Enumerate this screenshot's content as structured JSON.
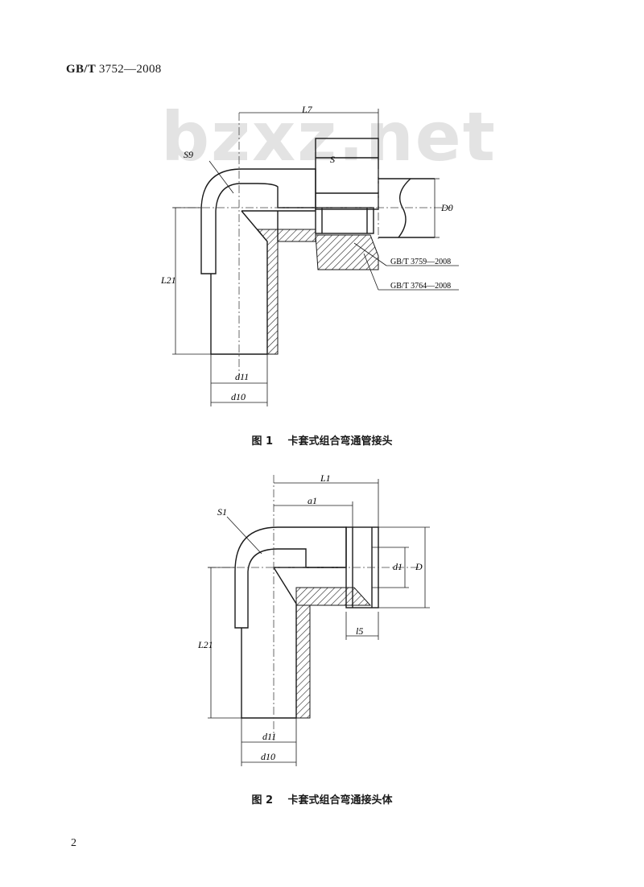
{
  "header": {
    "standard_prefix": "GB/T",
    "standard_number": "3752—2008"
  },
  "watermark": "bzxz.net",
  "figure1": {
    "caption_label": "图 1",
    "caption_title": "卡套式组合弯通管接头",
    "labels": {
      "l7": "L7",
      "s": "S",
      "s9": "S9",
      "d0": "D0",
      "l21": "L21",
      "d11": "d11",
      "d10": "d10"
    },
    "refs": [
      "GB/T 3759—2008",
      "GB/T 3764—2008"
    ]
  },
  "figure2": {
    "caption_label": "图 2",
    "caption_title": "卡套式组合弯通接头体",
    "labels": {
      "l1": "L1",
      "a": "a1",
      "s1": "S1",
      "d1": "d1",
      "d": "D",
      "l5": "l5",
      "l21": "L21",
      "d11": "d11",
      "d10": "d10"
    }
  },
  "page_number": "2"
}
